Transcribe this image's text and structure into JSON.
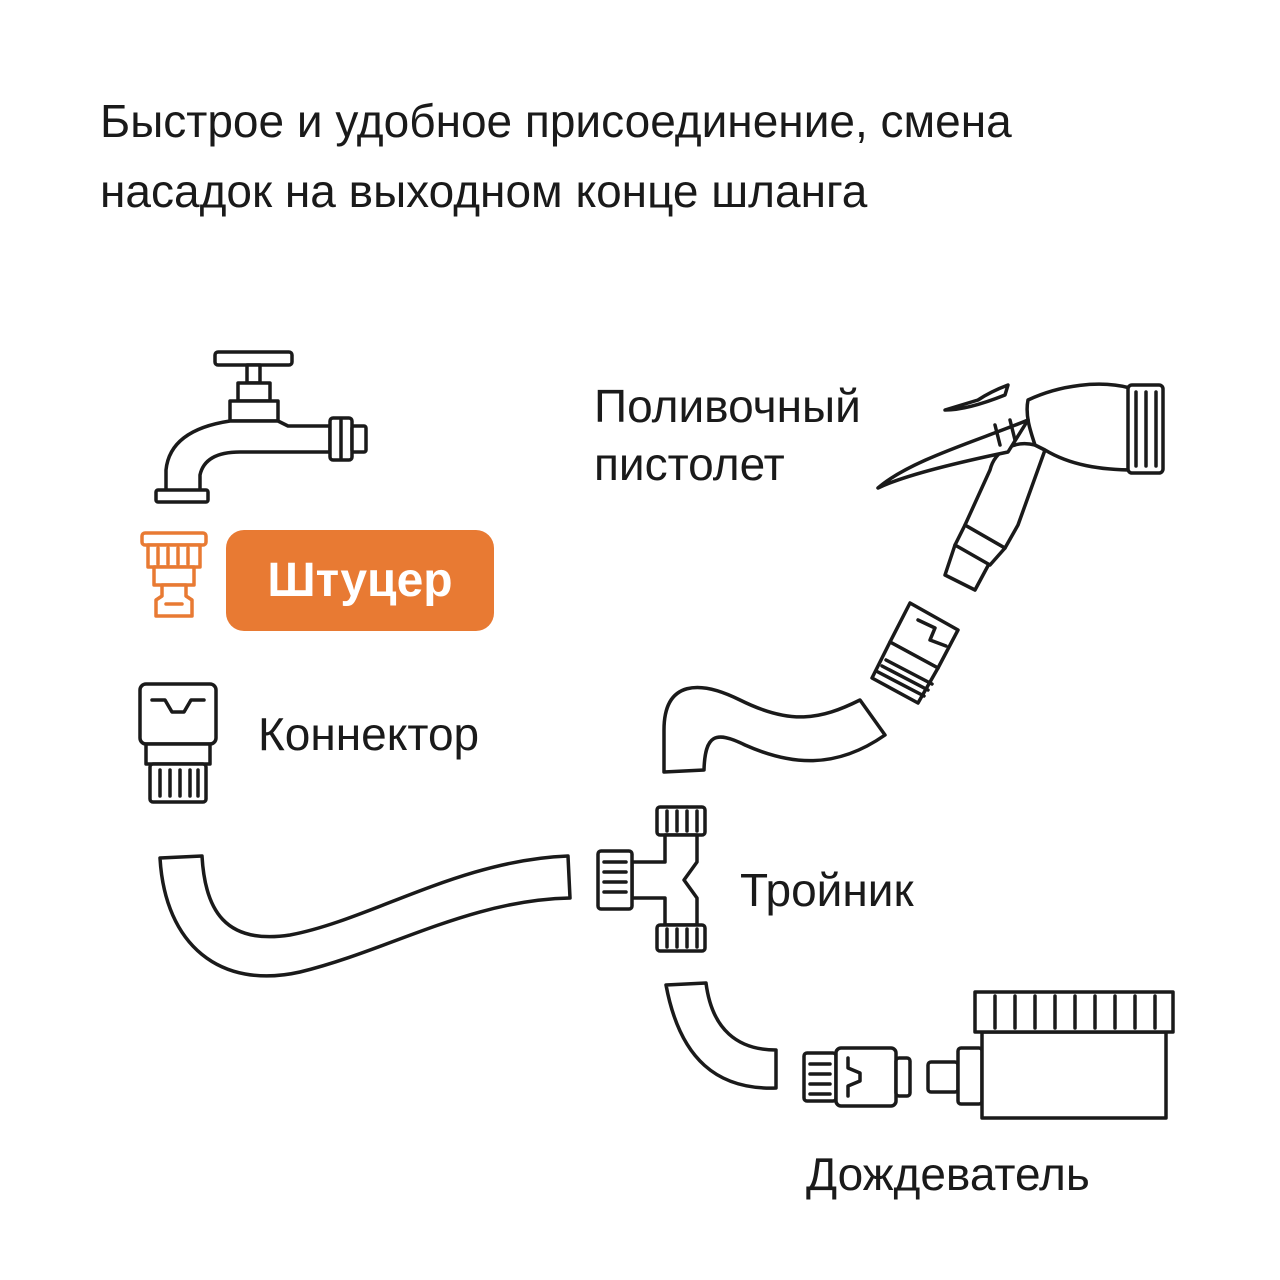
{
  "headline": {
    "line1": "Быстрое и удобное присоединение, смена",
    "line2": "насадок на выходном конце шланга"
  },
  "labels": {
    "gun_line1": "Поливочный",
    "gun_line2": "пистолет",
    "adapter": "Штуцер",
    "connector": "Коннектор",
    "tee": "Тройник",
    "sprinkler": "Дождеватель"
  },
  "colors": {
    "accent": "#e87a33",
    "ink": "#1a1a1a",
    "background": "#ffffff"
  },
  "icons": [
    "faucet-icon",
    "adapter-icon",
    "connector-icon",
    "hose-icon",
    "tee-icon",
    "spray-gun-icon",
    "sprinkler-icon"
  ]
}
